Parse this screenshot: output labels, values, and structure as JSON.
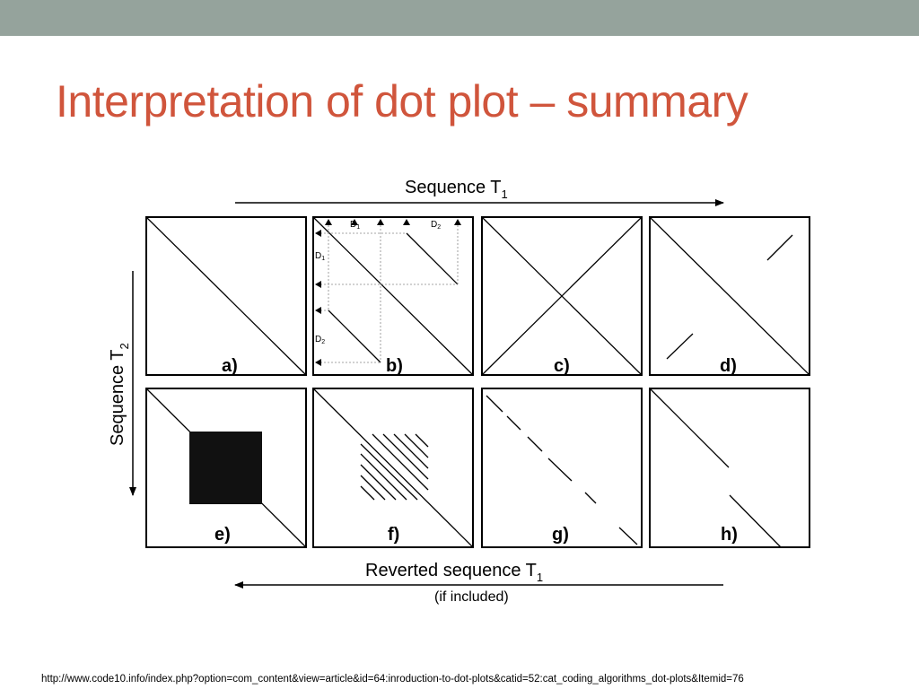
{
  "slide": {
    "title": "Interpretation of dot plot – summary",
    "source_url": "http://www.code10.info/index.php?option=com_content&view=article&id=64:inroduction-to-dot-plots&catid=52:cat_coding_algorithms_dot-plots&Itemid=76"
  },
  "axes": {
    "top_label": "Sequence T",
    "top_sub": "1",
    "left_label": "Sequence T",
    "left_sub": "2",
    "bottom_label": "Reverted sequence T",
    "bottom_sub": "1",
    "bottom_note": "(if included)"
  },
  "panels": {
    "a": "a)",
    "b": "b)",
    "c": "c)",
    "d": "d)",
    "e": "e)",
    "f": "f)",
    "g": "g)",
    "h": "h)"
  },
  "panel_b_labels": {
    "d1_top": "D",
    "d1_top_sub": "1",
    "d2_top": "D",
    "d2_top_sub": "2",
    "d1_left": "D",
    "d1_left_sub": "1",
    "d2_left": "D",
    "d2_left_sub": "2"
  },
  "colors": {
    "title": "#d0553c",
    "top_bar": "#95a39c",
    "ink": "#000000"
  }
}
